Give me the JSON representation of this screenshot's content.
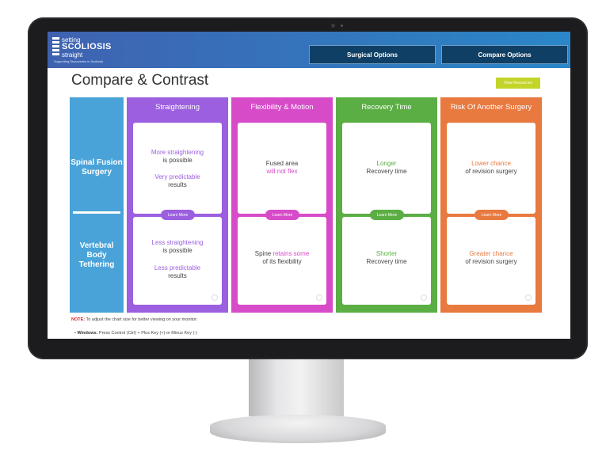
{
  "header": {
    "logo": {
      "line1": "setting",
      "line2": "SCOLIOSIS",
      "line3": "straight",
      "tagline": "Supporting Discoveries in Scoliosis"
    },
    "nav": [
      "Surgical Options",
      "Compare Options"
    ]
  },
  "page": {
    "title": "Compare & Contrast",
    "view_resources": "View Resources"
  },
  "rows": [
    {
      "label": "Spinal Fusion Surgery"
    },
    {
      "label": "Vertebral Body Tethering"
    }
  ],
  "columns": [
    {
      "title": "Straightening",
      "color": "#9b5fe0",
      "learn_more": "Learn More",
      "top": {
        "hl1": "More straightening",
        "t1": "is possible",
        "hl2": "Very predictable",
        "t2": "results"
      },
      "bottom": {
        "hl1": "Less straightening",
        "t1": "is possible",
        "hl2": "Less predictable",
        "t2": "results"
      }
    },
    {
      "title": "Flexibility & Motion",
      "color": "#d74bc9",
      "learn_more": "Learn More",
      "top": {
        "t1": "Fused area",
        "hl1": "will not flex"
      },
      "bottom": {
        "pre": "Spine ",
        "hl1": "retains some",
        "t1": "of its flexibility"
      }
    },
    {
      "title": "Recovery Time",
      "color": "#5aae43",
      "learn_more": "Learn More",
      "top": {
        "hl1": "Longer",
        "t1": "Recovery time"
      },
      "bottom": {
        "hl1": "Shorter",
        "t1": "Recovery time"
      }
    },
    {
      "title": "Risk Of Another Surgery",
      "color": "#e8793f",
      "learn_more": "Learn More",
      "top": {
        "hl1": "Lower chance",
        "t1": "of revision surgery"
      },
      "bottom": {
        "hl1": "Greater chance",
        "t1": "of revision surgery"
      }
    }
  ],
  "notes": {
    "label": "NOTE:",
    "text": " To adjust the chart size for better viewing on your monitor:",
    "windows_label": "Windows:",
    "windows_text": " Press Control (Ctrl) + Plus Key (+) or Minus Key (-)"
  }
}
